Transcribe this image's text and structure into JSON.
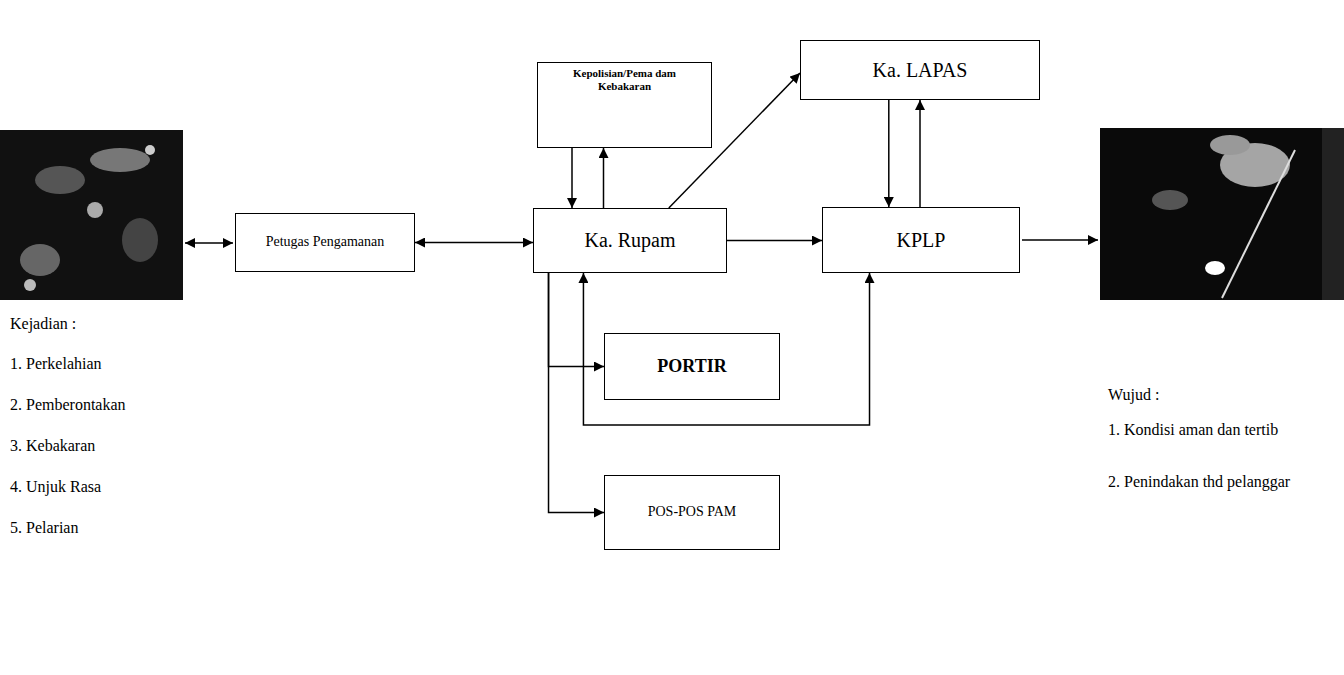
{
  "diagram": {
    "nodes": [
      {
        "text": [
          "Kepolisian/Pema dam Kebakaran"
        ]
      },
      {
        "text": [
          "Ka. LAPAS"
        ]
      },
      {
        "text": [
          "Petugas Pengamanan"
        ]
      },
      {
        "text": [
          "Ka. Rupam"
        ]
      },
      {
        "text": [
          "KPLP"
        ]
      },
      {
        "text": [
          "PORTIR"
        ]
      },
      {
        "text": [
          "POS-POS PAM"
        ]
      }
    ],
    "edges": [
      {
        "from": 0,
        "to": 3,
        "arrow": "to"
      },
      {
        "from": 3,
        "to": 0,
        "arrow": "to"
      },
      {
        "from": 2,
        "to": 3,
        "arrow": "both"
      },
      {
        "from": 3,
        "to": 1,
        "arrow": "to"
      },
      {
        "from": 1,
        "to": 4,
        "arrow": "to"
      },
      {
        "from": 4,
        "to": 1,
        "arrow": "to"
      },
      {
        "from": 3,
        "to": 4,
        "arrow": "to"
      },
      {
        "from": 3,
        "to": 4,
        "arrow": "both"
      },
      {
        "from": 3,
        "to": 5,
        "arrow": "to"
      },
      {
        "from": 3,
        "to": 6,
        "arrow": "to"
      }
    ],
    "labels": [
      "Kejadian :",
      "1. Perkelahian",
      "2. Pemberontakan",
      "3. Kebakaran",
      "4. Unjuk Rasa",
      "5. Pelarian",
      "Wujud :",
      "1. Kondisi aman dan tertib",
      "2. Penindakan thd pelanggar"
    ]
  }
}
